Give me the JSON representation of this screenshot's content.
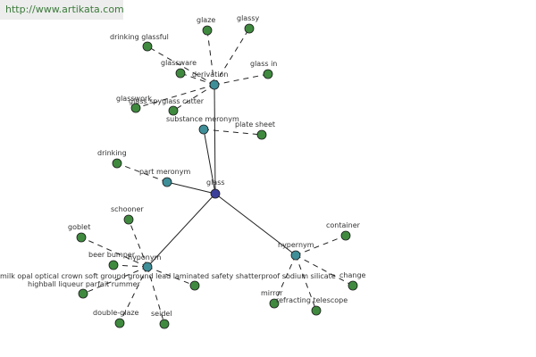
{
  "watermark": "http://www.artikata.com",
  "colors": {
    "center_node": "#3b3f9a",
    "relation_node": "#3f8f99",
    "leaf_node": "#3f8a3f",
    "solid_edge": "#222222",
    "dashed_edge": "#222222"
  },
  "center": {
    "id": "glass",
    "label": "glass"
  },
  "relations": [
    {
      "id": "derivation",
      "label": "derivation"
    },
    {
      "id": "substance-meronym",
      "label": "substance meronym"
    },
    {
      "id": "part-meronym",
      "label": "part meronym"
    },
    {
      "id": "hyponym",
      "label": "hyponym"
    },
    {
      "id": "hypernym",
      "label": "hypernym"
    }
  ],
  "leaves": [
    {
      "id": "glaze",
      "label": "glaze",
      "parent": "derivation"
    },
    {
      "id": "glassy",
      "label": "glassy",
      "parent": "derivation"
    },
    {
      "id": "drinking-glassful",
      "label": "drinking glassful",
      "parent": "derivation"
    },
    {
      "id": "glassware",
      "label": "glassware",
      "parent": "derivation"
    },
    {
      "id": "glass-in",
      "label": "glass in",
      "parent": "derivation"
    },
    {
      "id": "spyglass-cutter",
      "label": "glass spyglass cutter",
      "parent": "derivation"
    },
    {
      "id": "glasswork",
      "label": "glasswork",
      "parent": "derivation"
    },
    {
      "id": "plate-sheet",
      "label": "plate sheet",
      "parent": "substance-meronym"
    },
    {
      "id": "drinking",
      "label": "drinking",
      "parent": "part-meronym"
    },
    {
      "id": "schooner",
      "label": "schooner",
      "parent": "hyponym"
    },
    {
      "id": "goblet",
      "label": "goblet",
      "parent": "hyponym"
    },
    {
      "id": "beer-bumper",
      "label": "beer bumper",
      "parent": "hyponym"
    },
    {
      "id": "milk-opal",
      "label": "milk opal optical crown soft ground ground lead laminated safety shatterproof sodium silicate",
      "parent": "hyponym"
    },
    {
      "id": "highball",
      "label": "highball liqueur parfait rummer",
      "parent": "hyponym"
    },
    {
      "id": "double-glaze",
      "label": "double-glaze",
      "parent": "hyponym"
    },
    {
      "id": "seidel",
      "label": "seidel",
      "parent": "hyponym"
    },
    {
      "id": "lead-node",
      "label": "",
      "parent": "hyponym"
    },
    {
      "id": "container",
      "label": "container",
      "parent": "hypernym"
    },
    {
      "id": "change",
      "label": "change",
      "parent": "hypernym"
    },
    {
      "id": "mirror",
      "label": "mirror",
      "parent": "hypernym"
    },
    {
      "id": "refracting-telescope",
      "label": "refracting telescope",
      "parent": "hypernym"
    }
  ]
}
